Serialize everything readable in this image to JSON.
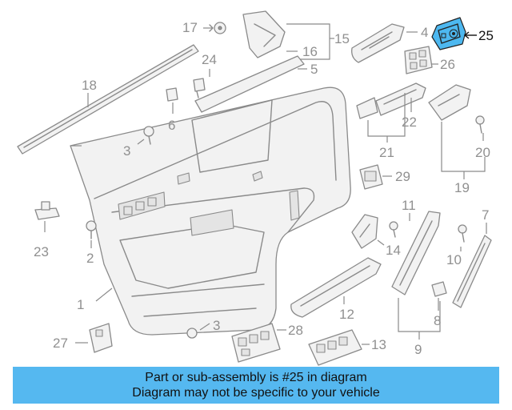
{
  "callouts": {
    "c1": "1",
    "c2": "2",
    "c3a": "3",
    "c3b": "3",
    "c4": "4",
    "c5": "5",
    "c6": "6",
    "c7": "7",
    "c8": "8",
    "c9": "9",
    "c10": "10",
    "c11": "11",
    "c12": "12",
    "c13": "13",
    "c14": "14",
    "c15": "15",
    "c16": "16",
    "c17": "17",
    "c18": "18",
    "c19": "19",
    "c20": "20",
    "c21": "21",
    "c22": "22",
    "c23": "23",
    "c24": "24",
    "c25": "25",
    "c26": "26",
    "c27": "27",
    "c28": "28",
    "c29": "29"
  },
  "highlight_color": "#4db8f0",
  "banner": {
    "line1": "Part or sub-assembly is #25 in diagram",
    "line2": "Diagram may not be specific to your vehicle",
    "background": "#55b8f0"
  }
}
